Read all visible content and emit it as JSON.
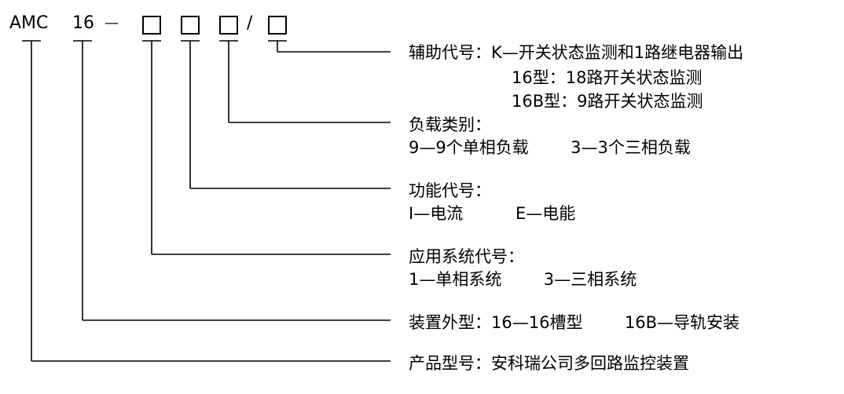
{
  "header": {
    "model": "AMC",
    "series": "16",
    "dash": "—",
    "slash": "/"
  },
  "rows": {
    "aux": {
      "line1": "辅助代号：K—开关状态监测和1路继电器输出",
      "line2": "16型：18路开关状态监测",
      "line3": "16B型：9路开关状态监测"
    },
    "load": {
      "line1": "负载类别：",
      "line2": "9—9个单相负载        3—3个三相负载"
    },
    "function": {
      "line1": "功能代号：",
      "line2": "I—电流          E—电能"
    },
    "system": {
      "line1": "应用系统代号：",
      "line2": "1—单相系统        3—三相系统"
    },
    "shape": {
      "line1": "装置外型：16—16槽型        16B—导轨安装"
    },
    "product": {
      "line1": "产品型号：安科瑞公司多回路监控装置"
    }
  }
}
